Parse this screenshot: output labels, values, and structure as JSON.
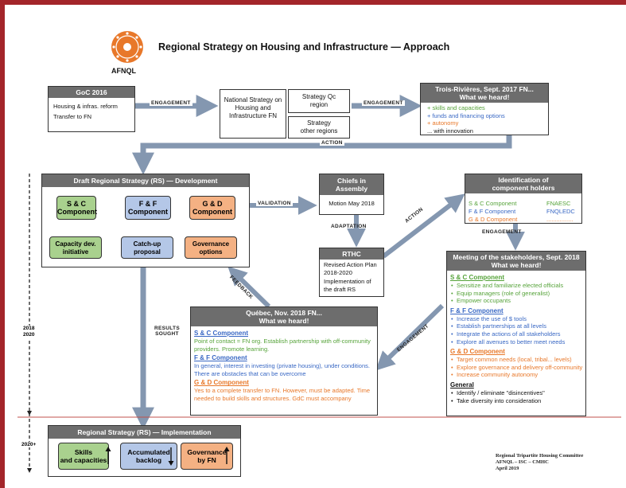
{
  "title": "Regional Strategy on Housing and Infrastructure — Approach",
  "logo_text": "AFNQL",
  "goc": {
    "header": "GoC 2016",
    "lines": [
      "Housing & infras. reform",
      "Transfer to FN"
    ]
  },
  "engagement_label": "ENGAGEMENT",
  "action_label": "ACTION",
  "national": "National Strategy on Housing and Infrastructure FN",
  "strategy_qc": "Strategy Qc region",
  "strategy_other": "Strategy other regions",
  "trois": {
    "header1": "Trois-Rivières, Sept. 2017 FN...",
    "header2": "What we heard!",
    "items": [
      "+ skills and capacities",
      "+ funds and financing options",
      "+ autonomy",
      "... with innovation"
    ]
  },
  "draft": {
    "header": "Draft Regional Strategy (RS)  —  Development",
    "comps": [
      "S & C Component",
      "F & F Component",
      "G & D Component"
    ],
    "outcomes": [
      "Capacity dev. initiative",
      "Catch-up proposal",
      "Governance options"
    ]
  },
  "validation_label": "VALIDATION",
  "adaptation_label": "ADAPTATION",
  "feedback_label": "FEEDBACK",
  "results_label1": "RESULTS",
  "results_label2": "SOUGHT",
  "chiefs": {
    "header": "Chiefs in Assembly",
    "body": "Motion May 2018"
  },
  "rthc": {
    "header": "RTHC",
    "lines": [
      "Revised Action Plan 2018-2020",
      "Implementation of the draft RS"
    ]
  },
  "holders": {
    "header1": "Identification of",
    "header2": "component holders",
    "rows": [
      {
        "comp": "S & C Component",
        "holder": "FNAESC"
      },
      {
        "comp": "F & F Component",
        "holder": "FNQLEDC"
      },
      {
        "comp": "G & D Component",
        "holder": "................"
      }
    ]
  },
  "meeting": {
    "header1": "Meeting of the stakeholders, Sept. 2018",
    "header2": "What we heard!",
    "sc_title": "S & C Component",
    "sc_items": [
      "Sensitize and familiarize elected officials",
      "Equip managers (role of generalist)",
      "Empower occupants"
    ],
    "ff_title": "F & F Component",
    "ff_items": [
      "Increase the use of $ tools",
      "Establish partnerships at all levels",
      "Integrate the actions of all stakeholders",
      "Explore all avenues to better meet needs"
    ],
    "gd_title": "G & D Component",
    "gd_items": [
      "Target common needs (local, tribal... levels)",
      "Explore governance and delivery off-community",
      "Increase community autonomy"
    ],
    "gen_title": "General",
    "gen_items": [
      "Identify / eliminate \"disincentives\"",
      "Take diversity into consideration"
    ]
  },
  "quebec": {
    "header1": "Québec, Nov. 2018 FN...",
    "header2": "What we heard!",
    "sc_title": "S & C Component",
    "sc_text": "Point of contact = FN org. Establish partnership with off-community providers. Promote learning.",
    "ff_title": "F & F Component",
    "ff_text": "In general, interest in investing (private housing), under conditions. There are obstacles that can be overcome",
    "gd_title": "G & D Component",
    "gd_text": "Yes to a complete transfer to FN. However, must be adapted. Time needed to build skills and structures. GdC must accompany"
  },
  "timeline": {
    "period1a": "2018",
    "period1b": "2020",
    "period2": "2020+"
  },
  "impl": {
    "header": "Regional Strategy (RS)  —  Implementation",
    "cells": [
      {
        "text1": "Skills",
        "text2": "and capacities",
        "dir": "up"
      },
      {
        "text1": "Accumulated",
        "text2": "backlog",
        "dir": "down"
      },
      {
        "text1": "Governance",
        "text2": "by FN",
        "dir": "up"
      }
    ]
  },
  "footer": [
    "Regional Tripartite Housing Committee",
    "AFNQL – ISC – CMHC",
    "April 2019"
  ],
  "colors": {
    "frame": "#a3252a",
    "header": "#6d6d6d",
    "arrow": "#8497b0",
    "green": "#56a33a",
    "blue": "#3968c4",
    "orange": "#e8782a",
    "green_fill": "#a9d18e",
    "blue_fill": "#b4c7e7",
    "orange_fill": "#f4b183"
  }
}
